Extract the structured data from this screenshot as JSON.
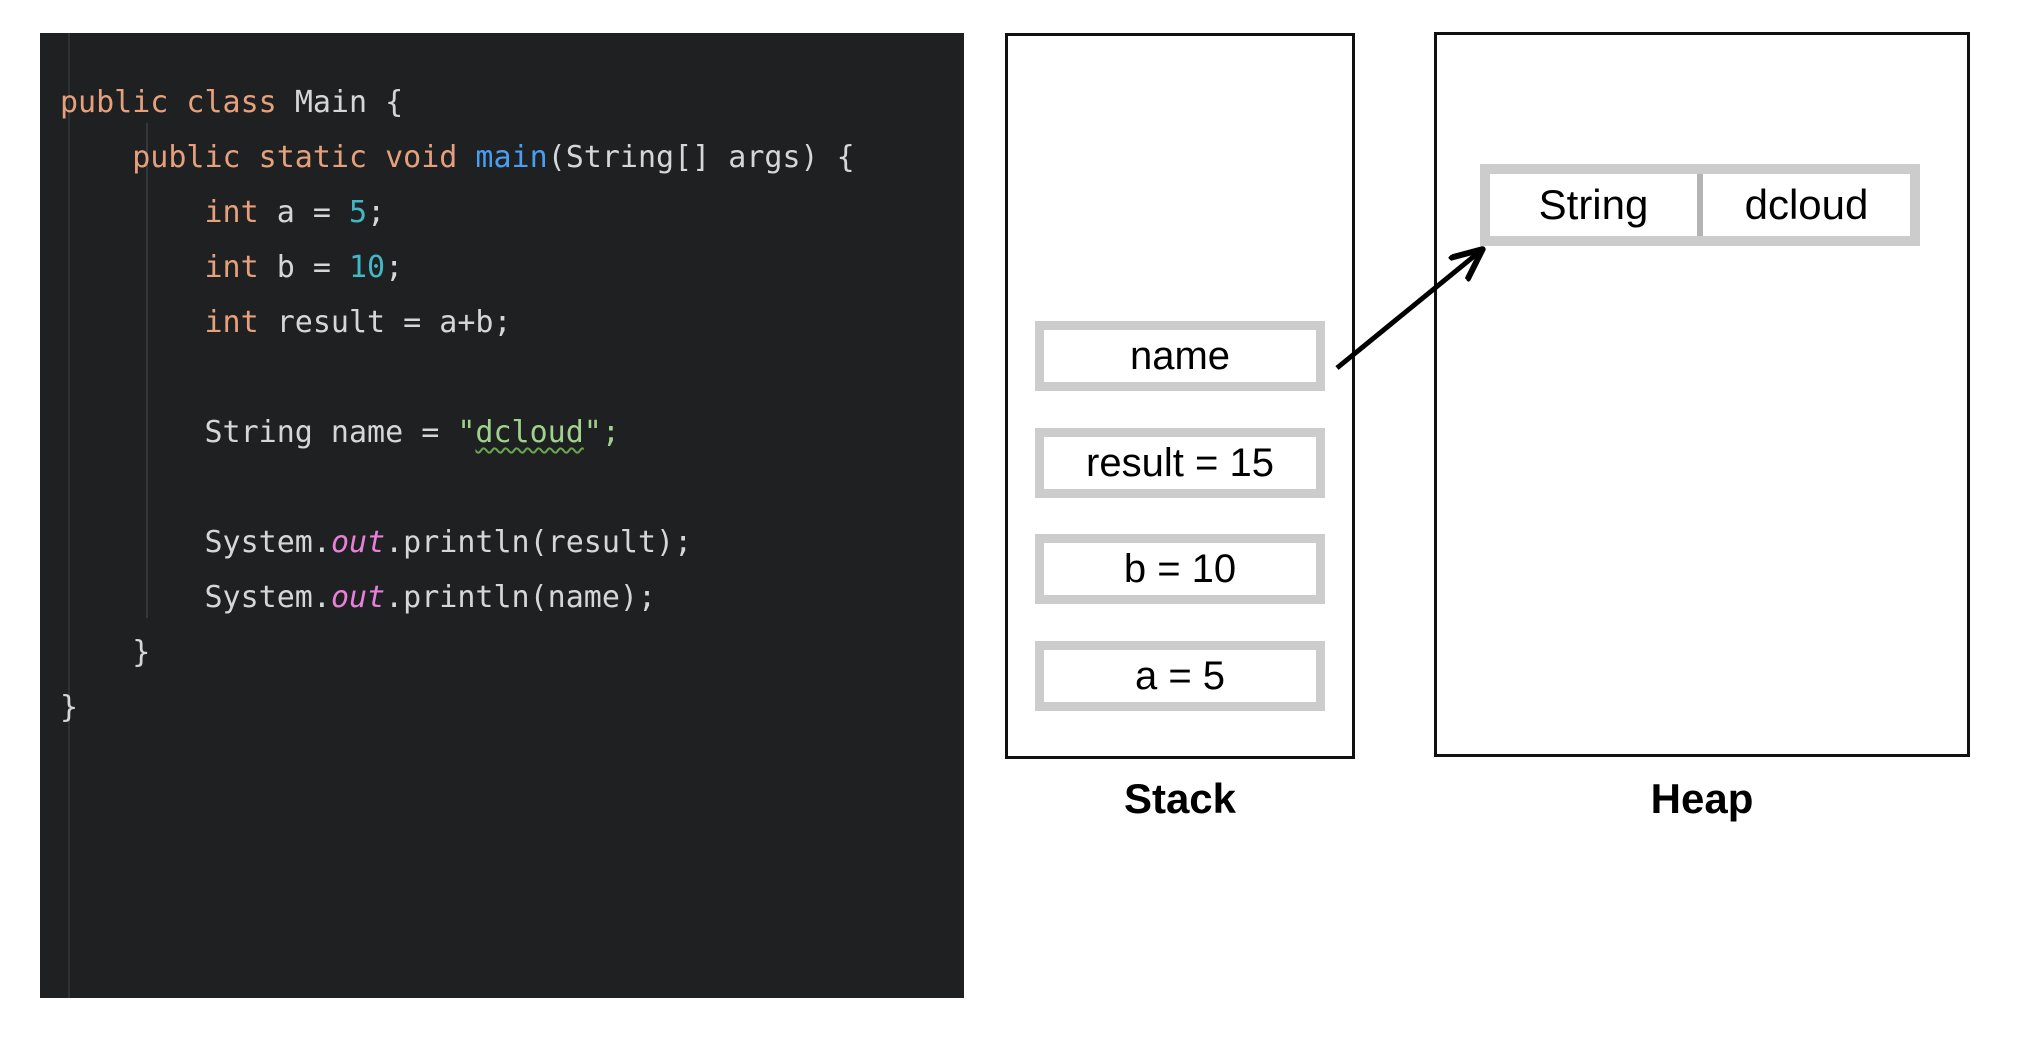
{
  "editor": {
    "language": "java",
    "background_color": "#1e2022",
    "code_lines": [
      [
        {
          "t": "public class ",
          "c": "kw"
        },
        {
          "t": "Main {",
          "c": "pln"
        }
      ],
      [
        {
          "t": "    public static void ",
          "c": "kw"
        },
        {
          "t": "main",
          "c": "fn"
        },
        {
          "t": "(String[] args) {",
          "c": "pln"
        }
      ],
      [
        {
          "t": "        int ",
          "c": "kw"
        },
        {
          "t": "a = ",
          "c": "pln"
        },
        {
          "t": "5",
          "c": "num"
        },
        {
          "t": ";",
          "c": "pln"
        }
      ],
      [
        {
          "t": "        int ",
          "c": "kw"
        },
        {
          "t": "b = ",
          "c": "pln"
        },
        {
          "t": "10",
          "c": "num"
        },
        {
          "t": ";",
          "c": "pln"
        }
      ],
      [
        {
          "t": "        int ",
          "c": "kw"
        },
        {
          "t": "result = a+b;",
          "c": "pln"
        }
      ],
      [],
      [
        {
          "t": "        String name = ",
          "c": "pln"
        },
        {
          "t": "\"",
          "c": "str"
        },
        {
          "t": "dcloud",
          "c": "str squiggle"
        },
        {
          "t": "\";",
          "c": "str"
        }
      ],
      [],
      [
        {
          "t": "        System.",
          "c": "pln"
        },
        {
          "t": "out",
          "c": "fld"
        },
        {
          "t": ".println(result);",
          "c": "pln"
        }
      ],
      [
        {
          "t": "        System.",
          "c": "pln"
        },
        {
          "t": "out",
          "c": "fld"
        },
        {
          "t": ".println(name);",
          "c": "pln"
        }
      ],
      [
        {
          "t": "    }",
          "c": "pln"
        }
      ],
      [
        {
          "t": "}",
          "c": "pln"
        }
      ]
    ],
    "plain_source": "public class Main {\n    public static void main(String[] args) {\n        int a = 5;\n        int b = 10;\n        int result = a+b;\n\n        String name = \"dcloud\";\n\n        System.out.println(result);\n        System.out.println(name);\n    }\n}",
    "syntax_colors": {
      "keyword": "#e6a07c",
      "plain": "#d4d7da",
      "method": "#4a9ef0",
      "number": "#42b8c4",
      "string": "#9fd28a",
      "field": "#e87fd8",
      "spellcheck_squiggle": "#6aa84f"
    }
  },
  "diagram": {
    "border_color": "#101010",
    "cell_border_color": "#cccccc",
    "divider_color": "#b4b4b4",
    "stack": {
      "label": "Stack",
      "cells": [
        {
          "text": "name"
        },
        {
          "text": "result = 15"
        },
        {
          "text": "b = 10"
        },
        {
          "text": "a = 5"
        }
      ]
    },
    "heap": {
      "label": "Heap",
      "objects": [
        {
          "type_name": "String",
          "value": "dcloud"
        }
      ]
    },
    "arrow": {
      "from": "stack-cell-name",
      "to": "heap-object-string",
      "color": "#000000"
    }
  }
}
